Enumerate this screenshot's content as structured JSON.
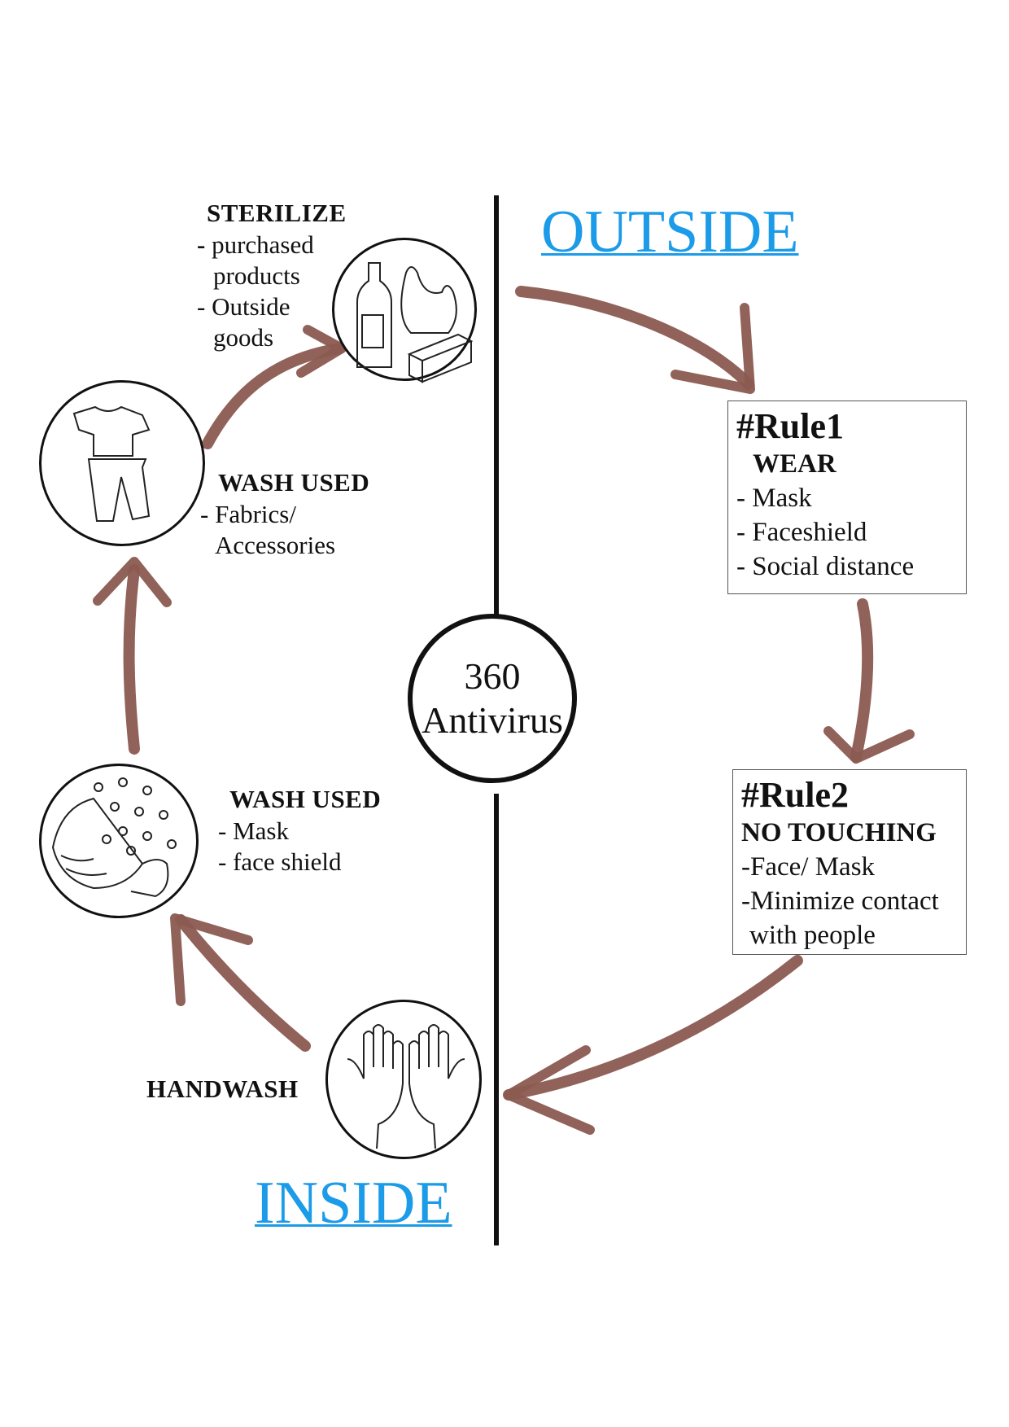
{
  "center": {
    "line1": "360",
    "line2": "Antivirus"
  },
  "headings": {
    "outside": "OUTSIDE",
    "inside": "INSIDE"
  },
  "rule1": {
    "title": "#Rule1",
    "subtitle": "WEAR",
    "items": [
      "- Mask",
      "- Faceshield",
      "- Social distance"
    ]
  },
  "rule2": {
    "title": "#Rule2",
    "subtitle": "NO TOUCHING",
    "items": [
      "-Face/ Mask",
      "-Minimize contact",
      "with people"
    ]
  },
  "sterilize": {
    "title": "STERILIZE",
    "items": [
      "purchased",
      "products",
      "- Outside",
      "goods"
    ],
    "dash": "-"
  },
  "wash_fabrics": {
    "title": "WASH USED",
    "items": [
      "- Fabrics/",
      "Accessories"
    ]
  },
  "wash_mask": {
    "title": "WASH USED",
    "items": [
      "- Mask",
      "- face shield"
    ]
  },
  "handwash": {
    "title": "HANDWASH"
  },
  "colors": {
    "arrow": "#8b5a50",
    "link": "#1b9be8",
    "line": "#111111"
  },
  "icons": [
    "bottle-bag-box-icon",
    "clothes-icon",
    "mask-droplets-icon",
    "hands-icon"
  ]
}
